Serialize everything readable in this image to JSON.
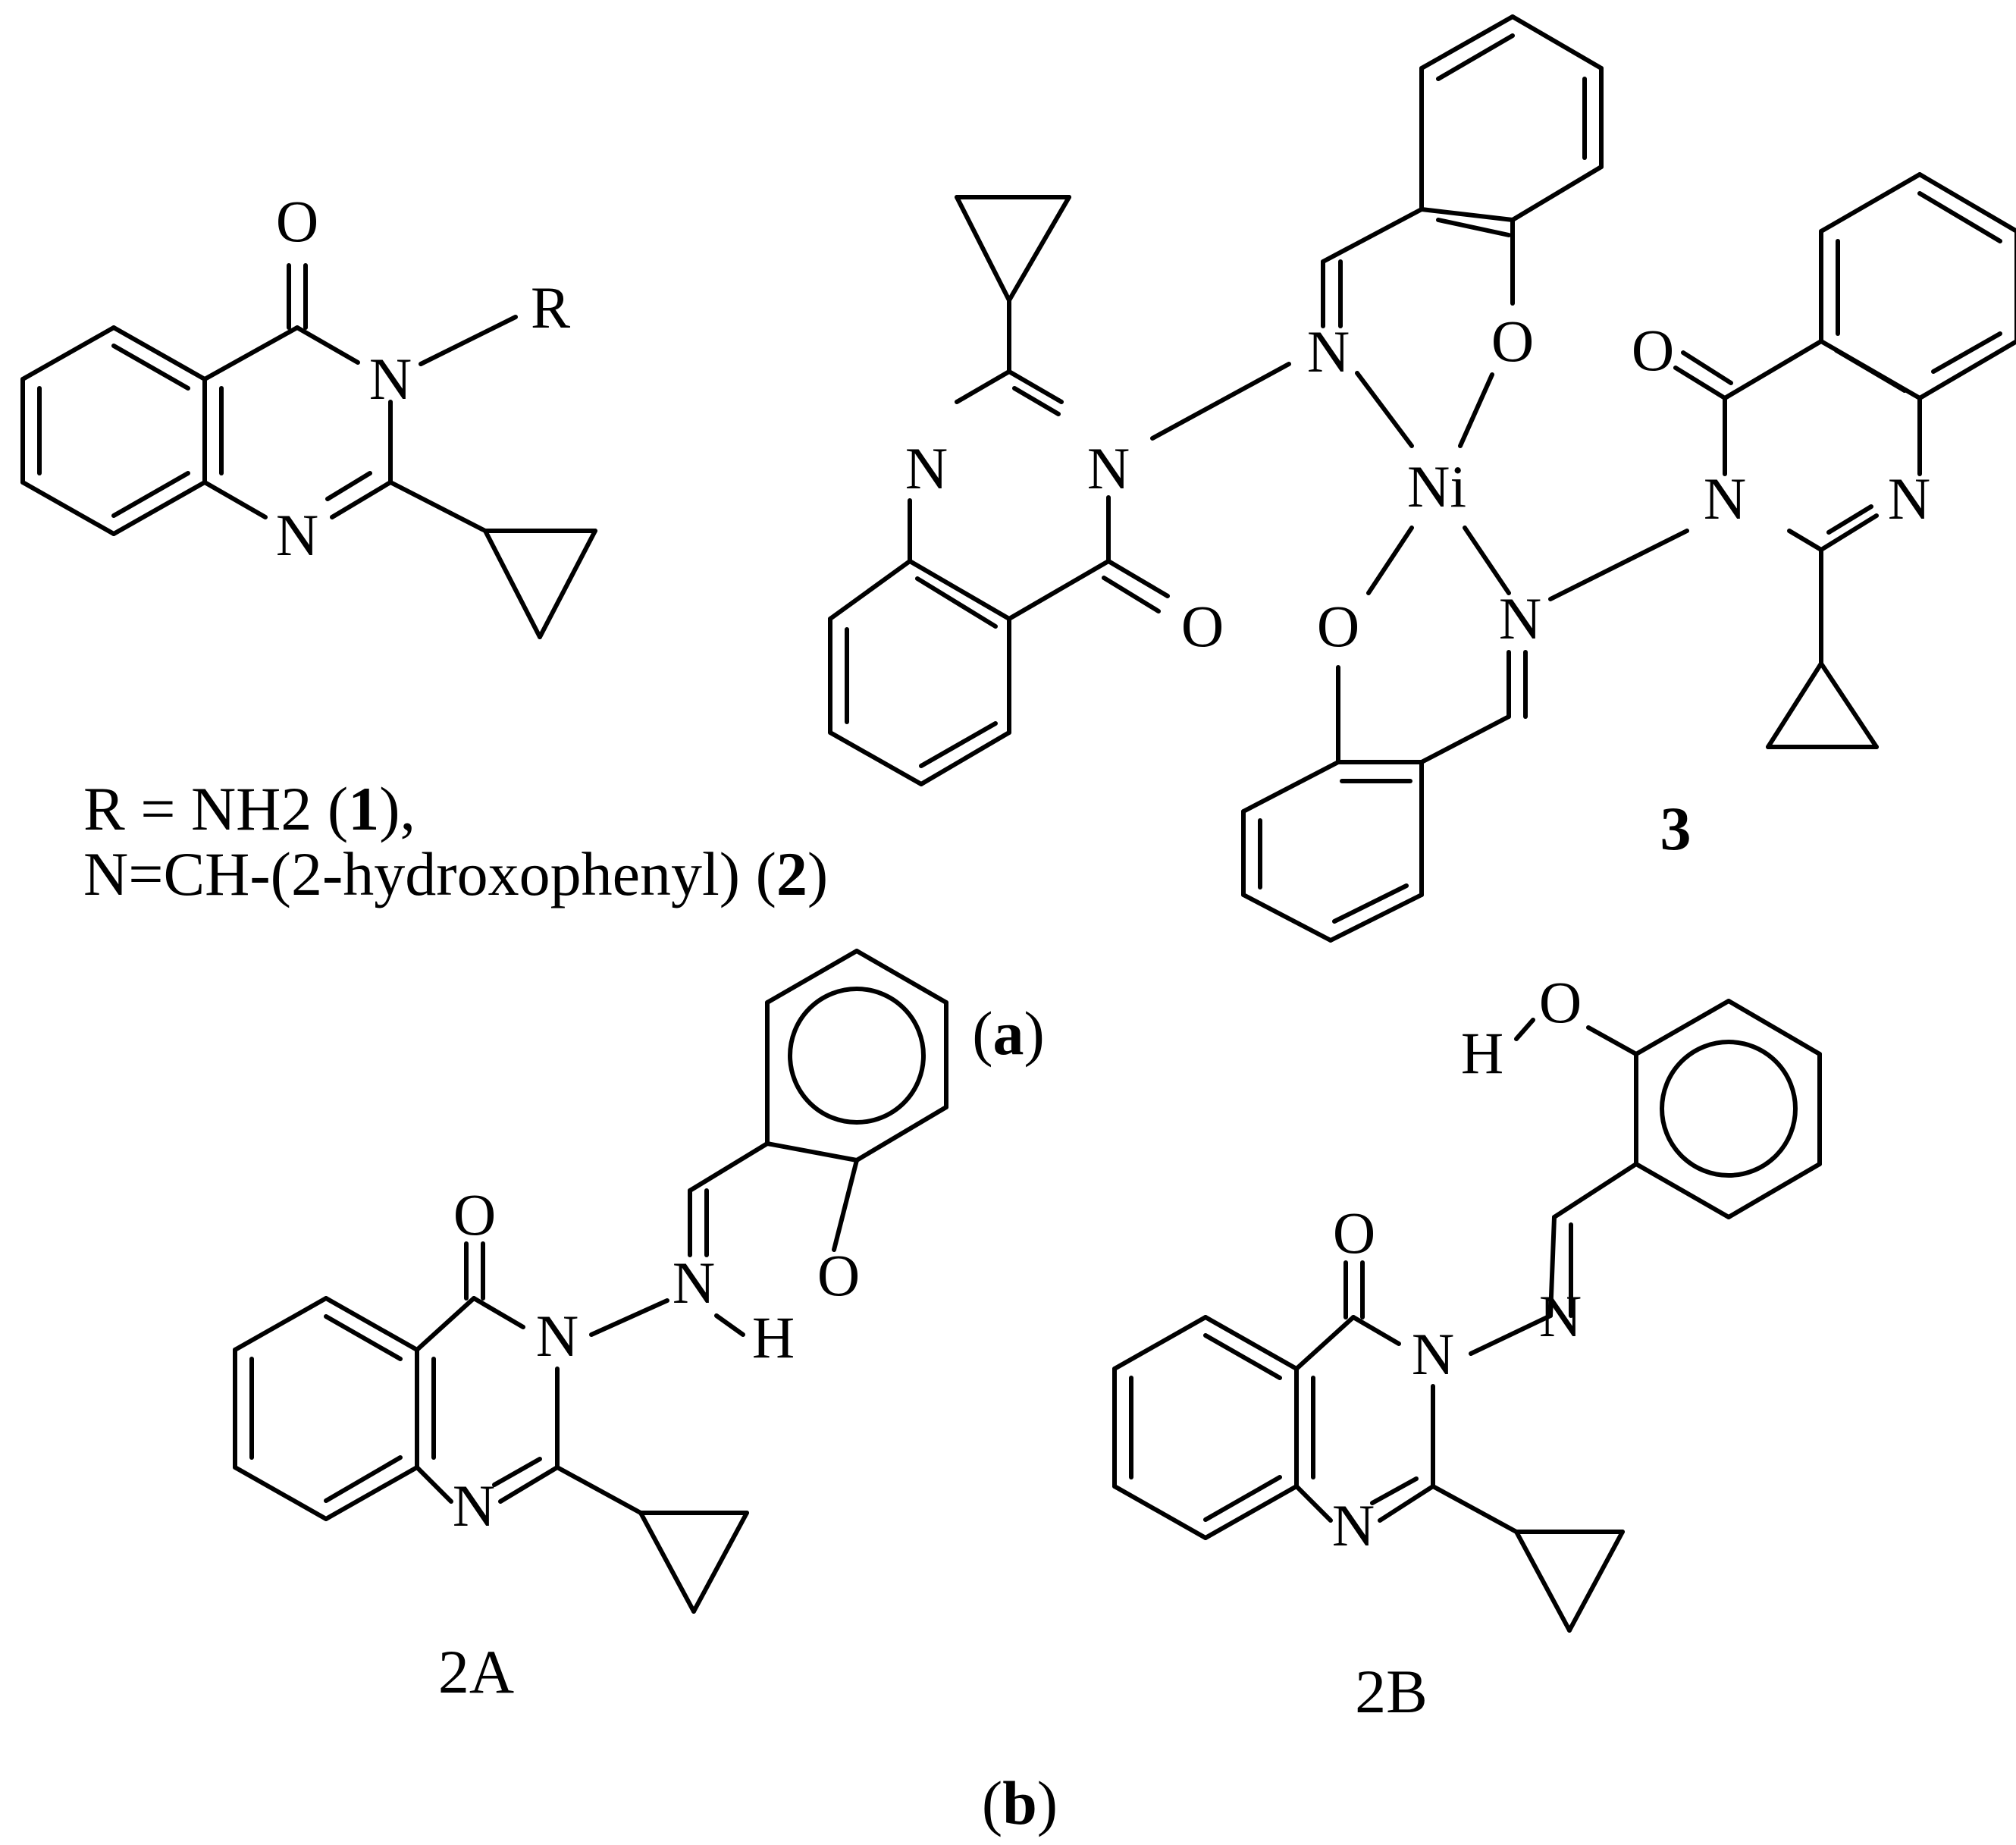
{
  "atoms": {
    "s1_o": "O",
    "s1_n3": "N",
    "s1_r": "R",
    "s1_n1": "N",
    "c3_n_left": "N",
    "c3_n3_left": "N",
    "c3_o_left": "O",
    "c3_n_imine_top": "N",
    "c3_o_phenol_top": "O",
    "c3_ni": "Ni",
    "c3_o_phenol_bottom": "O",
    "c3_n_imine_bottom": "N",
    "c3_n3_right": "N",
    "c3_o_right": "O",
    "c3_n_right": "N",
    "a_o_carbonyl": "O",
    "a_n3": "N",
    "a_n_imine": "N",
    "a_h": "H",
    "a_o_phenol": "O",
    "a_n1": "N",
    "b_o_carbonyl": "O",
    "b_n3": "N",
    "b_n_imine": "N",
    "b_h": "H",
    "b_o_phenol": "O",
    "b_n1": "N"
  },
  "legend": {
    "line1_prefix": "R = NH2 (",
    "line1_num": "1",
    "line1_suffix": "),",
    "line2_prefix": "N=CH-(2-hydroxophenyl) (",
    "line2_num": "2",
    "line2_suffix": ")"
  },
  "labels": {
    "compound3": "3",
    "tautomer_a": "2A",
    "tautomer_b": "2B"
  },
  "captions": {
    "a_open": "(",
    "a_letter": "a",
    "a_close": ")",
    "b_open": "(",
    "b_letter": "b",
    "b_close": ")"
  }
}
